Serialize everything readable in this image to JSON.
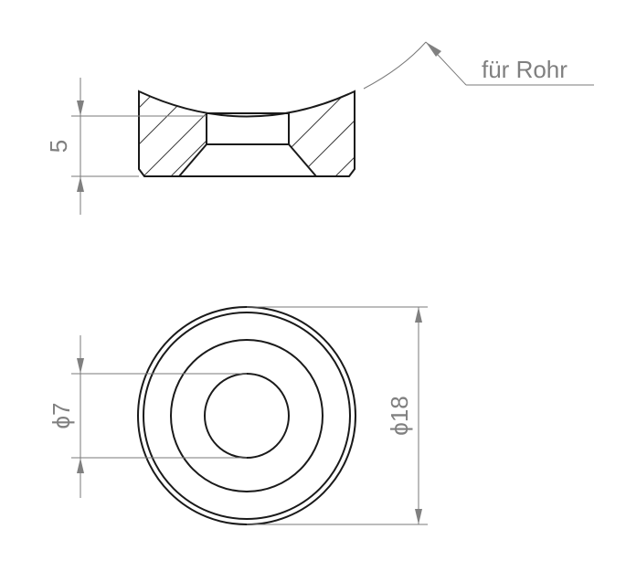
{
  "annotations": {
    "height_dimension": "5",
    "inner_diameter": "ϕ7",
    "outer_diameter": "ϕ18",
    "leader_note": "für Rohr"
  },
  "colors": {
    "outline": "#1a1a1a",
    "dimension": "#808080"
  }
}
